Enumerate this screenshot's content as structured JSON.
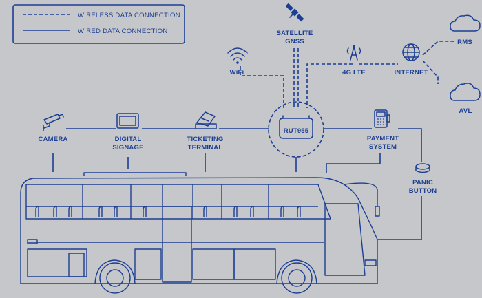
{
  "legend": {
    "wireless": "WIRELESS DATA CONNECTION",
    "wired": "WIRED DATA CONNECTION"
  },
  "nodes": {
    "satellite": [
      "SATELLITE",
      "GNSS"
    ],
    "wifi": "WiFi",
    "lte": "4G LTE",
    "internet": "INTERNET",
    "rms": "RMS",
    "avl": "AVL",
    "camera": "CAMERA",
    "signage": [
      "DIGITAL",
      "SIGNAGE"
    ],
    "ticketing": [
      "TICKETING",
      "TERMINAL"
    ],
    "router": "RUT955",
    "payment": [
      "PAYMENT",
      "SYSTEM"
    ],
    "panic": [
      "PANIC",
      "BUTTON"
    ]
  },
  "colors": {
    "background": "#c5c7ca",
    "line": "#1d3f93"
  }
}
